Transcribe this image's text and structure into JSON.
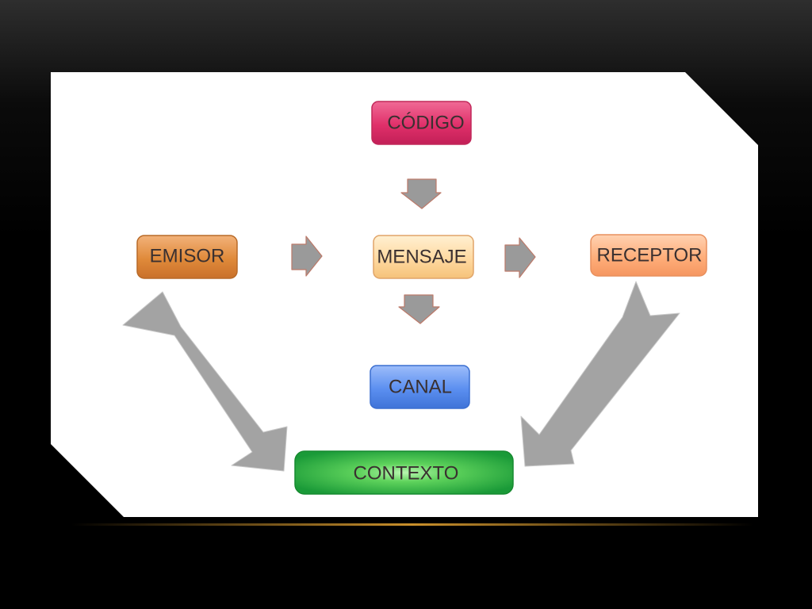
{
  "diagram": {
    "nodes": {
      "codigo": {
        "label": "CÓDIGO",
        "color": "#e0306a"
      },
      "emisor": {
        "label": "EMISOR",
        "color": "#e08a3a"
      },
      "mensaje": {
        "label": "MENSAJE",
        "color": "#ffd9a0"
      },
      "receptor": {
        "label": "RECEPTOR",
        "color": "#ffae7a"
      },
      "canal": {
        "label": "CANAL",
        "color": "#5b8ff0"
      },
      "contexto": {
        "label": "CONTEXTO",
        "color": "#2ab84a"
      }
    },
    "arrow_color": "#9a9a9a",
    "panel_color": "#ffffff",
    "accent_line_color": "#e0a030"
  }
}
